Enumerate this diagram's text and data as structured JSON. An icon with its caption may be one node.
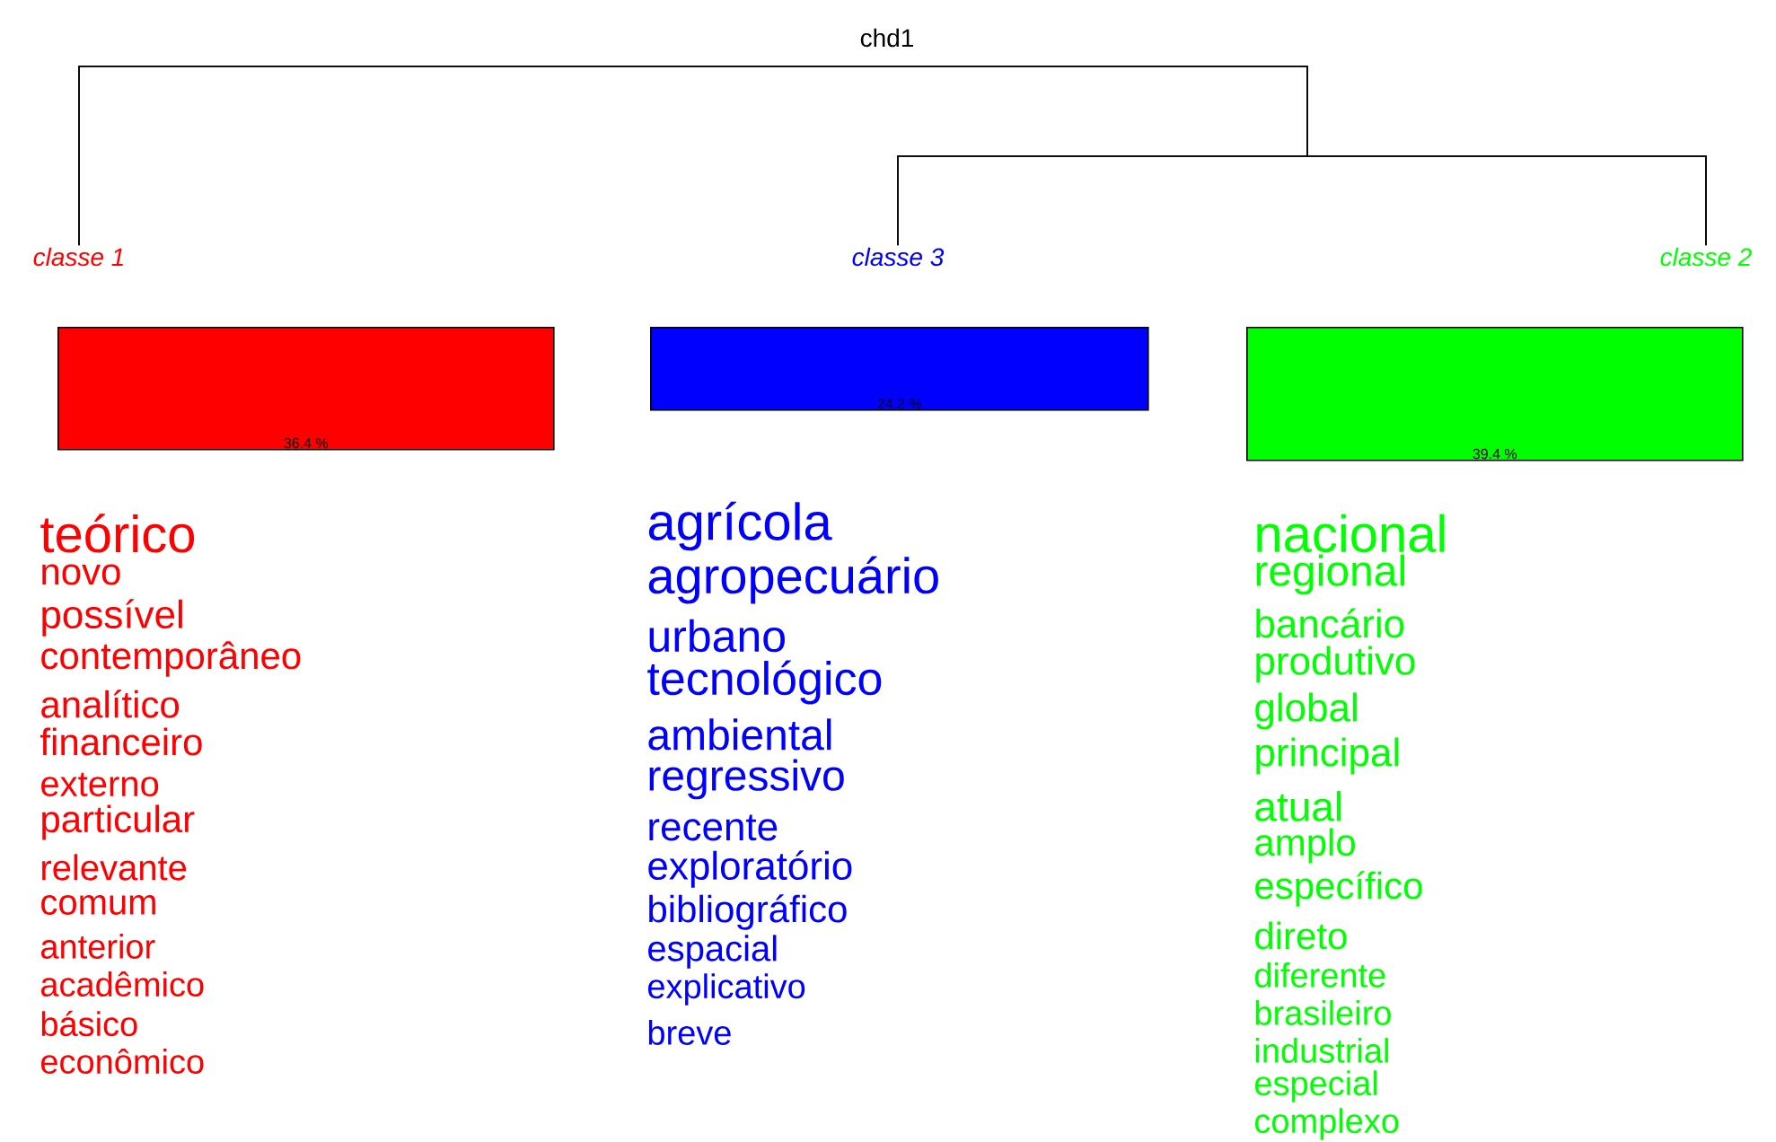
{
  "diagram": {
    "title": "chd1",
    "nodes": [
      {
        "text": [
          "classe  1"
        ]
      },
      {
        "text": [
          "classe  3"
        ]
      },
      {
        "text": [
          "classe  2"
        ]
      },
      {
        "text": [
          "36.4 %"
        ],
        "beside": [
          "teórico",
          "novo",
          "possível",
          "contemporâneo",
          "analítico",
          "financeiro",
          "externo",
          "particular",
          "relevante",
          "comum",
          "anterior",
          "acadêmico",
          "básico",
          "econômico"
        ]
      },
      {
        "text": [
          "24.2 %"
        ],
        "beside": [
          "agrícola",
          "agropecuário",
          "urbano",
          "tecnológico",
          "ambiental",
          "regressivo",
          "recente",
          "exploratório",
          "bibliográfico",
          "espacial",
          "explicativo",
          "breve"
        ]
      },
      {
        "text": [
          "39.4 %"
        ],
        "beside": [
          "nacional",
          "regional",
          "bancário",
          "produtivo",
          "global",
          "principal",
          "atual",
          "amplo",
          "específico",
          "direto",
          "diferente",
          "brasileiro",
          "industrial",
          "especial",
          "complexo"
        ]
      }
    ],
    "edges": [
      {
        "from": 1,
        "to": 2,
        "arrow": "none"
      },
      {
        "from": 0,
        "to": 1,
        "arrow": "none"
      },
      {
        "from": 0,
        "to": 2,
        "arrow": "none"
      }
    ]
  }
}
